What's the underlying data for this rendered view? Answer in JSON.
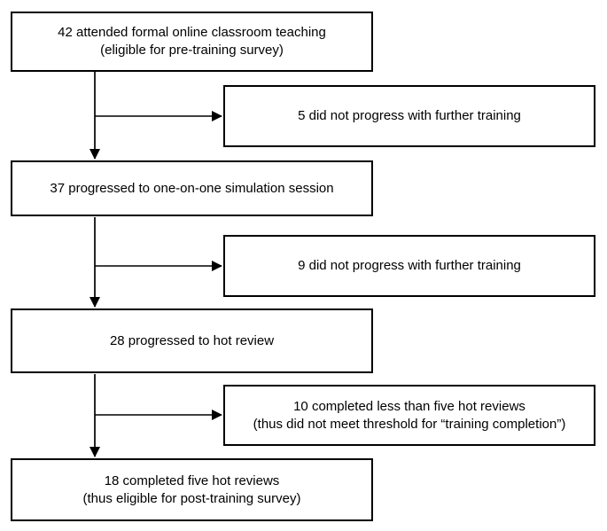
{
  "page": {
    "background_color": "#ffffff",
    "line_color": "#000000",
    "box_border_color": "#000000",
    "text_color": "#000000"
  },
  "flow": {
    "nodes": [
      {
        "id": "attended",
        "role": "main",
        "lines": [
          "42 attended formal online classroom teaching",
          "(eligible for pre-training survey)"
        ]
      },
      {
        "id": "dropout-5",
        "role": "side",
        "lines": [
          "5 did not progress with further training"
        ]
      },
      {
        "id": "simulation",
        "role": "main",
        "lines": [
          "37 progressed to one-on-one simulation session"
        ]
      },
      {
        "id": "dropout-9",
        "role": "side",
        "lines": [
          "9 did not progress with further training"
        ]
      },
      {
        "id": "hot-review",
        "role": "main",
        "lines": [
          "28 progressed to hot review"
        ]
      },
      {
        "id": "less-than-five",
        "role": "side",
        "lines": [
          "10 completed less than five hot reviews",
          "(thus did not meet threshold for “training completion”)"
        ]
      },
      {
        "id": "completed-five",
        "role": "main",
        "lines": [
          "18 completed five hot reviews",
          "(thus eligible for post-training survey)"
        ]
      }
    ],
    "edges": [
      {
        "from": "attended",
        "to": "simulation",
        "type": "down-arrow"
      },
      {
        "from": "attended",
        "to": "dropout-5",
        "type": "branch-right-arrow"
      },
      {
        "from": "simulation",
        "to": "hot-review",
        "type": "down-arrow"
      },
      {
        "from": "simulation",
        "to": "dropout-9",
        "type": "branch-right-arrow"
      },
      {
        "from": "hot-review",
        "to": "completed-five",
        "type": "down-arrow"
      },
      {
        "from": "hot-review",
        "to": "less-than-five",
        "type": "branch-right-arrow"
      }
    ]
  }
}
